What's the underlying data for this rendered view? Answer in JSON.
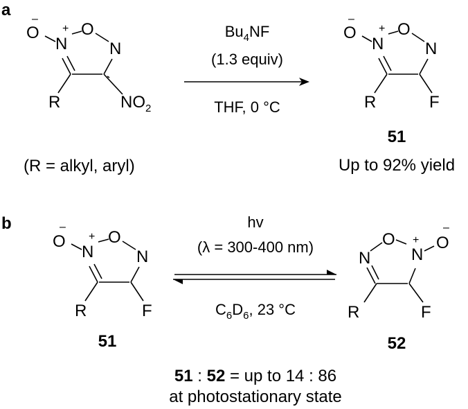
{
  "panel_a": {
    "label": "a",
    "reactant": {
      "atoms": {
        "o_top": "O",
        "n_plus": "N",
        "o_ring": "O",
        "n_ring": "N",
        "r": "R",
        "no2_main": "NO",
        "no2_sub": "2"
      },
      "charges": {
        "minus": "–",
        "plus": "+"
      },
      "note": "(R = alkyl, aryl)"
    },
    "reagent": {
      "line1_main": "Bu",
      "line1_sub": "4",
      "line1_tail": "NF",
      "line2": "(1.3 equiv)",
      "line3": "THF, 0 °C"
    },
    "product": {
      "atoms": {
        "o_top": "O",
        "n_plus": "N",
        "o_ring": "O",
        "n_ring": "N",
        "r": "R",
        "f": "F"
      },
      "charges": {
        "minus": "–",
        "plus": "+"
      },
      "compound_number": "51",
      "yield_text": "Up to 92% yield"
    }
  },
  "panel_b": {
    "label": "b",
    "left": {
      "atoms": {
        "o_top": "O",
        "n_plus": "N",
        "o_ring": "O",
        "n_ring": "N",
        "r": "R",
        "f": "F"
      },
      "charges": {
        "minus": "–",
        "plus": "+"
      },
      "compound_number": "51"
    },
    "conditions": {
      "top1": "hv",
      "top2": "(λ = 300-400 nm)",
      "bottom_c": "C",
      "bottom_c_sub": "6",
      "bottom_d": "D",
      "bottom_d_sub": "6",
      "bottom_tail": ", 23 °C"
    },
    "right": {
      "atoms": {
        "n_ring": "N",
        "o_ring": "O",
        "n_plus": "N",
        "o_top": "O",
        "r": "R",
        "f": "F"
      },
      "charges": {
        "minus": "–",
        "plus": "+"
      },
      "compound_number": "52"
    },
    "ratio": {
      "a": "51",
      "sep1": " : ",
      "b": "52",
      "rest": " = up to 14 : 86"
    },
    "ratio_line2": "at photostationary state"
  }
}
